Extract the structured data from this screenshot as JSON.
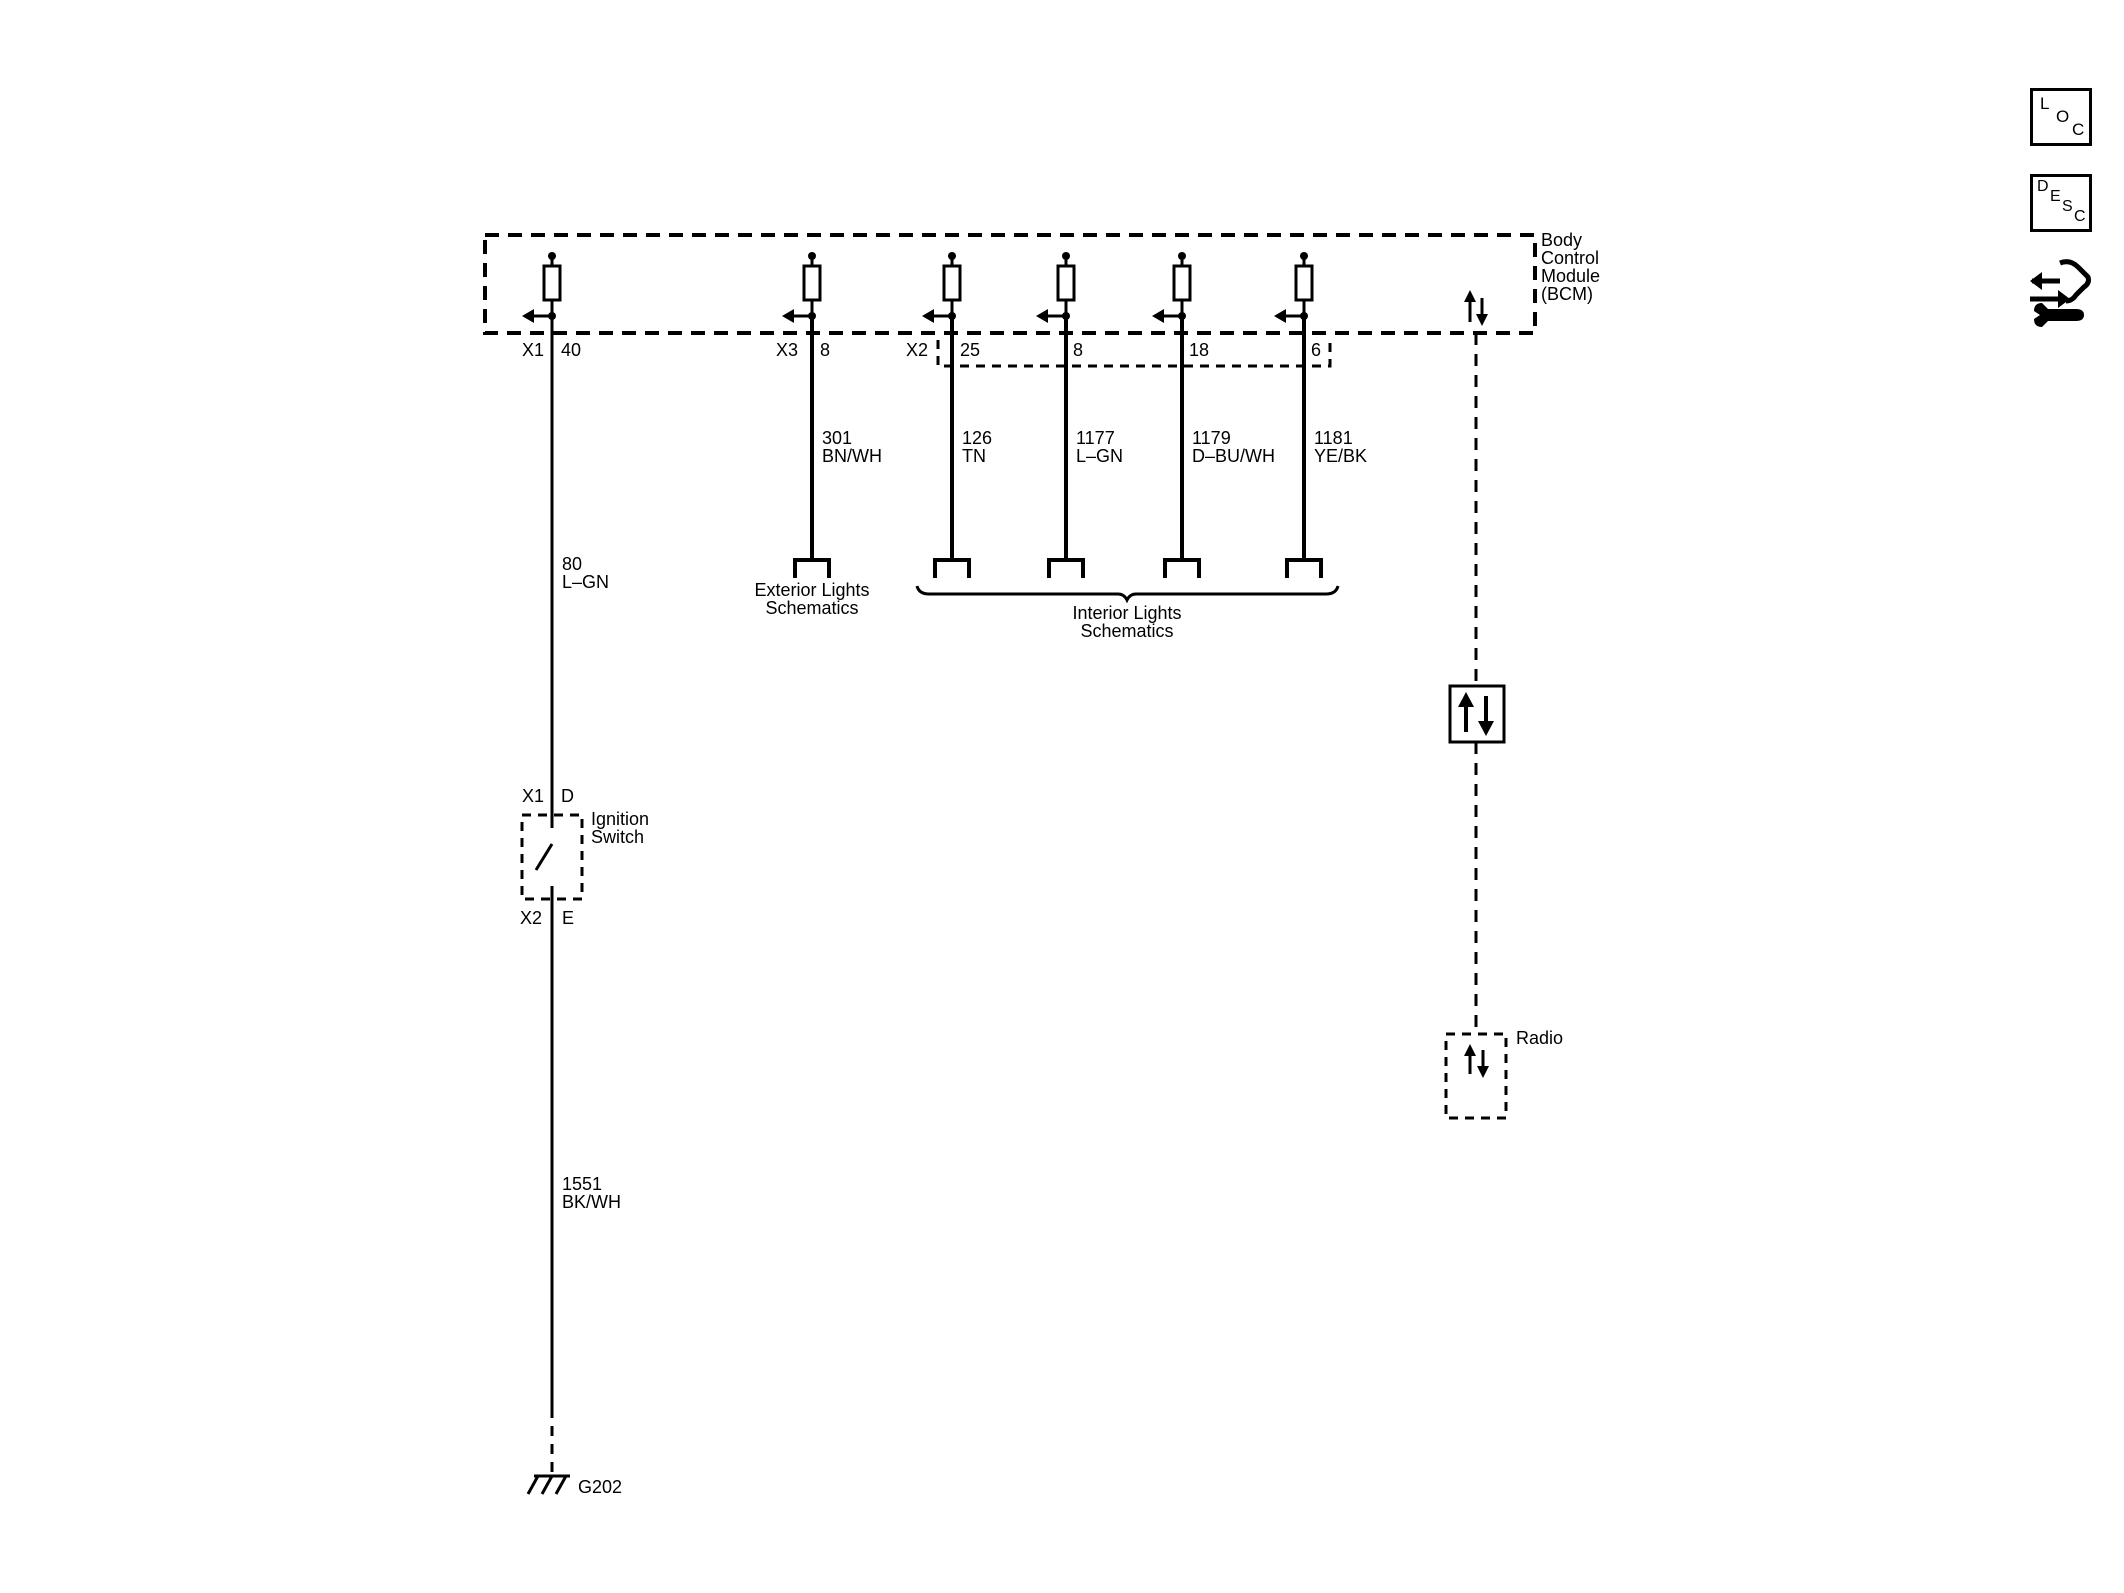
{
  "diagram": {
    "bcm": {
      "name_lines": [
        "Body",
        "Control",
        "Module",
        "(BCM)"
      ]
    },
    "pins": [
      {
        "connector": "X1",
        "pin": "40"
      },
      {
        "connector": "X3",
        "pin": "8"
      },
      {
        "connector": "X2",
        "pin": "25"
      },
      {
        "connector": "",
        "pin": "8"
      },
      {
        "connector": "",
        "pin": "18"
      },
      {
        "connector": "",
        "pin": "6"
      }
    ],
    "wires": [
      {
        "circuit": "301",
        "color": "BN/WH"
      },
      {
        "circuit": "126",
        "color": "TN"
      },
      {
        "circuit": "1177",
        "color": "L–GN"
      },
      {
        "circuit": "1179",
        "color": "D–BU/WH"
      },
      {
        "circuit": "1181",
        "color": "YE/BK"
      }
    ],
    "wire_80": {
      "circuit": "80",
      "color": "L–GN"
    },
    "wire_1551": {
      "circuit": "1551",
      "color": "BK/WH"
    },
    "exterior_lights": [
      "Exterior Lights",
      "Schematics"
    ],
    "interior_lights": [
      "Interior Lights",
      "Schematics"
    ],
    "ignition_switch": {
      "name_lines": [
        "Ignition",
        "Switch"
      ],
      "top_connector": "X1",
      "top_pin": "D",
      "bottom_connector": "X2",
      "bottom_pin": "E"
    },
    "ground": "G202",
    "radio": "Radio"
  },
  "sidebar": {
    "loc": [
      "L",
      "O",
      "C"
    ],
    "desc": [
      "D",
      "E",
      "S",
      "C"
    ],
    "nav_icon": "wrench-arrows-icon"
  }
}
